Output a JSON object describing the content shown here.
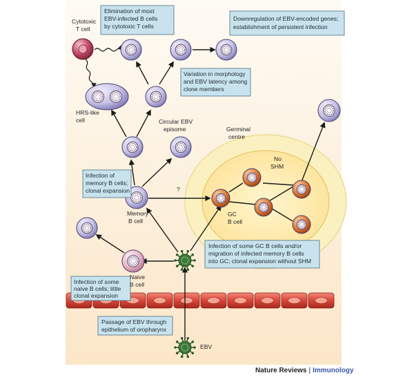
{
  "boxes": {
    "elimination": [
      "Elimination of most",
      "EBV-infected B cells",
      "by cytotoxic T cells"
    ],
    "downregulation": [
      "Downregulation of EBV-encoded genes;",
      "establishment of persistent infection"
    ],
    "variation": [
      "Variation in morphology",
      "and EBV latency among",
      "clone members"
    ],
    "memory_infection": [
      "Infection of",
      "memory B cells;",
      "clonal expansion"
    ],
    "gc_infection": [
      "Infection of some GC B cells and/or",
      "migration of infected memory B cells",
      "into GC; clonal expansion without SHM"
    ],
    "naive_infection": [
      "Infection of some",
      "naive B cells; little",
      "clonal expansion"
    ],
    "passage": [
      "Passage of EBV through",
      "epithelium of oropharynx"
    ]
  },
  "labels": {
    "cytotoxic": [
      "Cytotoxic",
      "T cell"
    ],
    "hrs": [
      "HRS-like",
      "cell"
    ],
    "episome": [
      "Circular EBV",
      "episome"
    ],
    "germinal": [
      "Germinal",
      "centre"
    ],
    "no_shm": [
      "No",
      "SHM"
    ],
    "question": "?",
    "memory": [
      "Memory",
      "B cell"
    ],
    "gc_b": [
      "GC",
      "B cell"
    ],
    "naive": [
      "Naive",
      "B cell"
    ],
    "ebv": "EBV"
  },
  "credit": {
    "journal": "Nature Reviews",
    "section": "Immunology",
    "separator": "|"
  },
  "colors": {
    "background": "#fdf3e2",
    "box_fill": "#c8e3ee",
    "box_stroke": "#4a6f86",
    "germinal_outer": "#fbf0b8",
    "germinal_inner": "#fde9a3",
    "purple_cell": "#c6c3e6",
    "gc_cell": "#e07830",
    "t_cell": "#c64c6a",
    "virus": "#3d7a3a",
    "epithelium": "#d8473a",
    "journal_accent": "#3a59a8"
  }
}
